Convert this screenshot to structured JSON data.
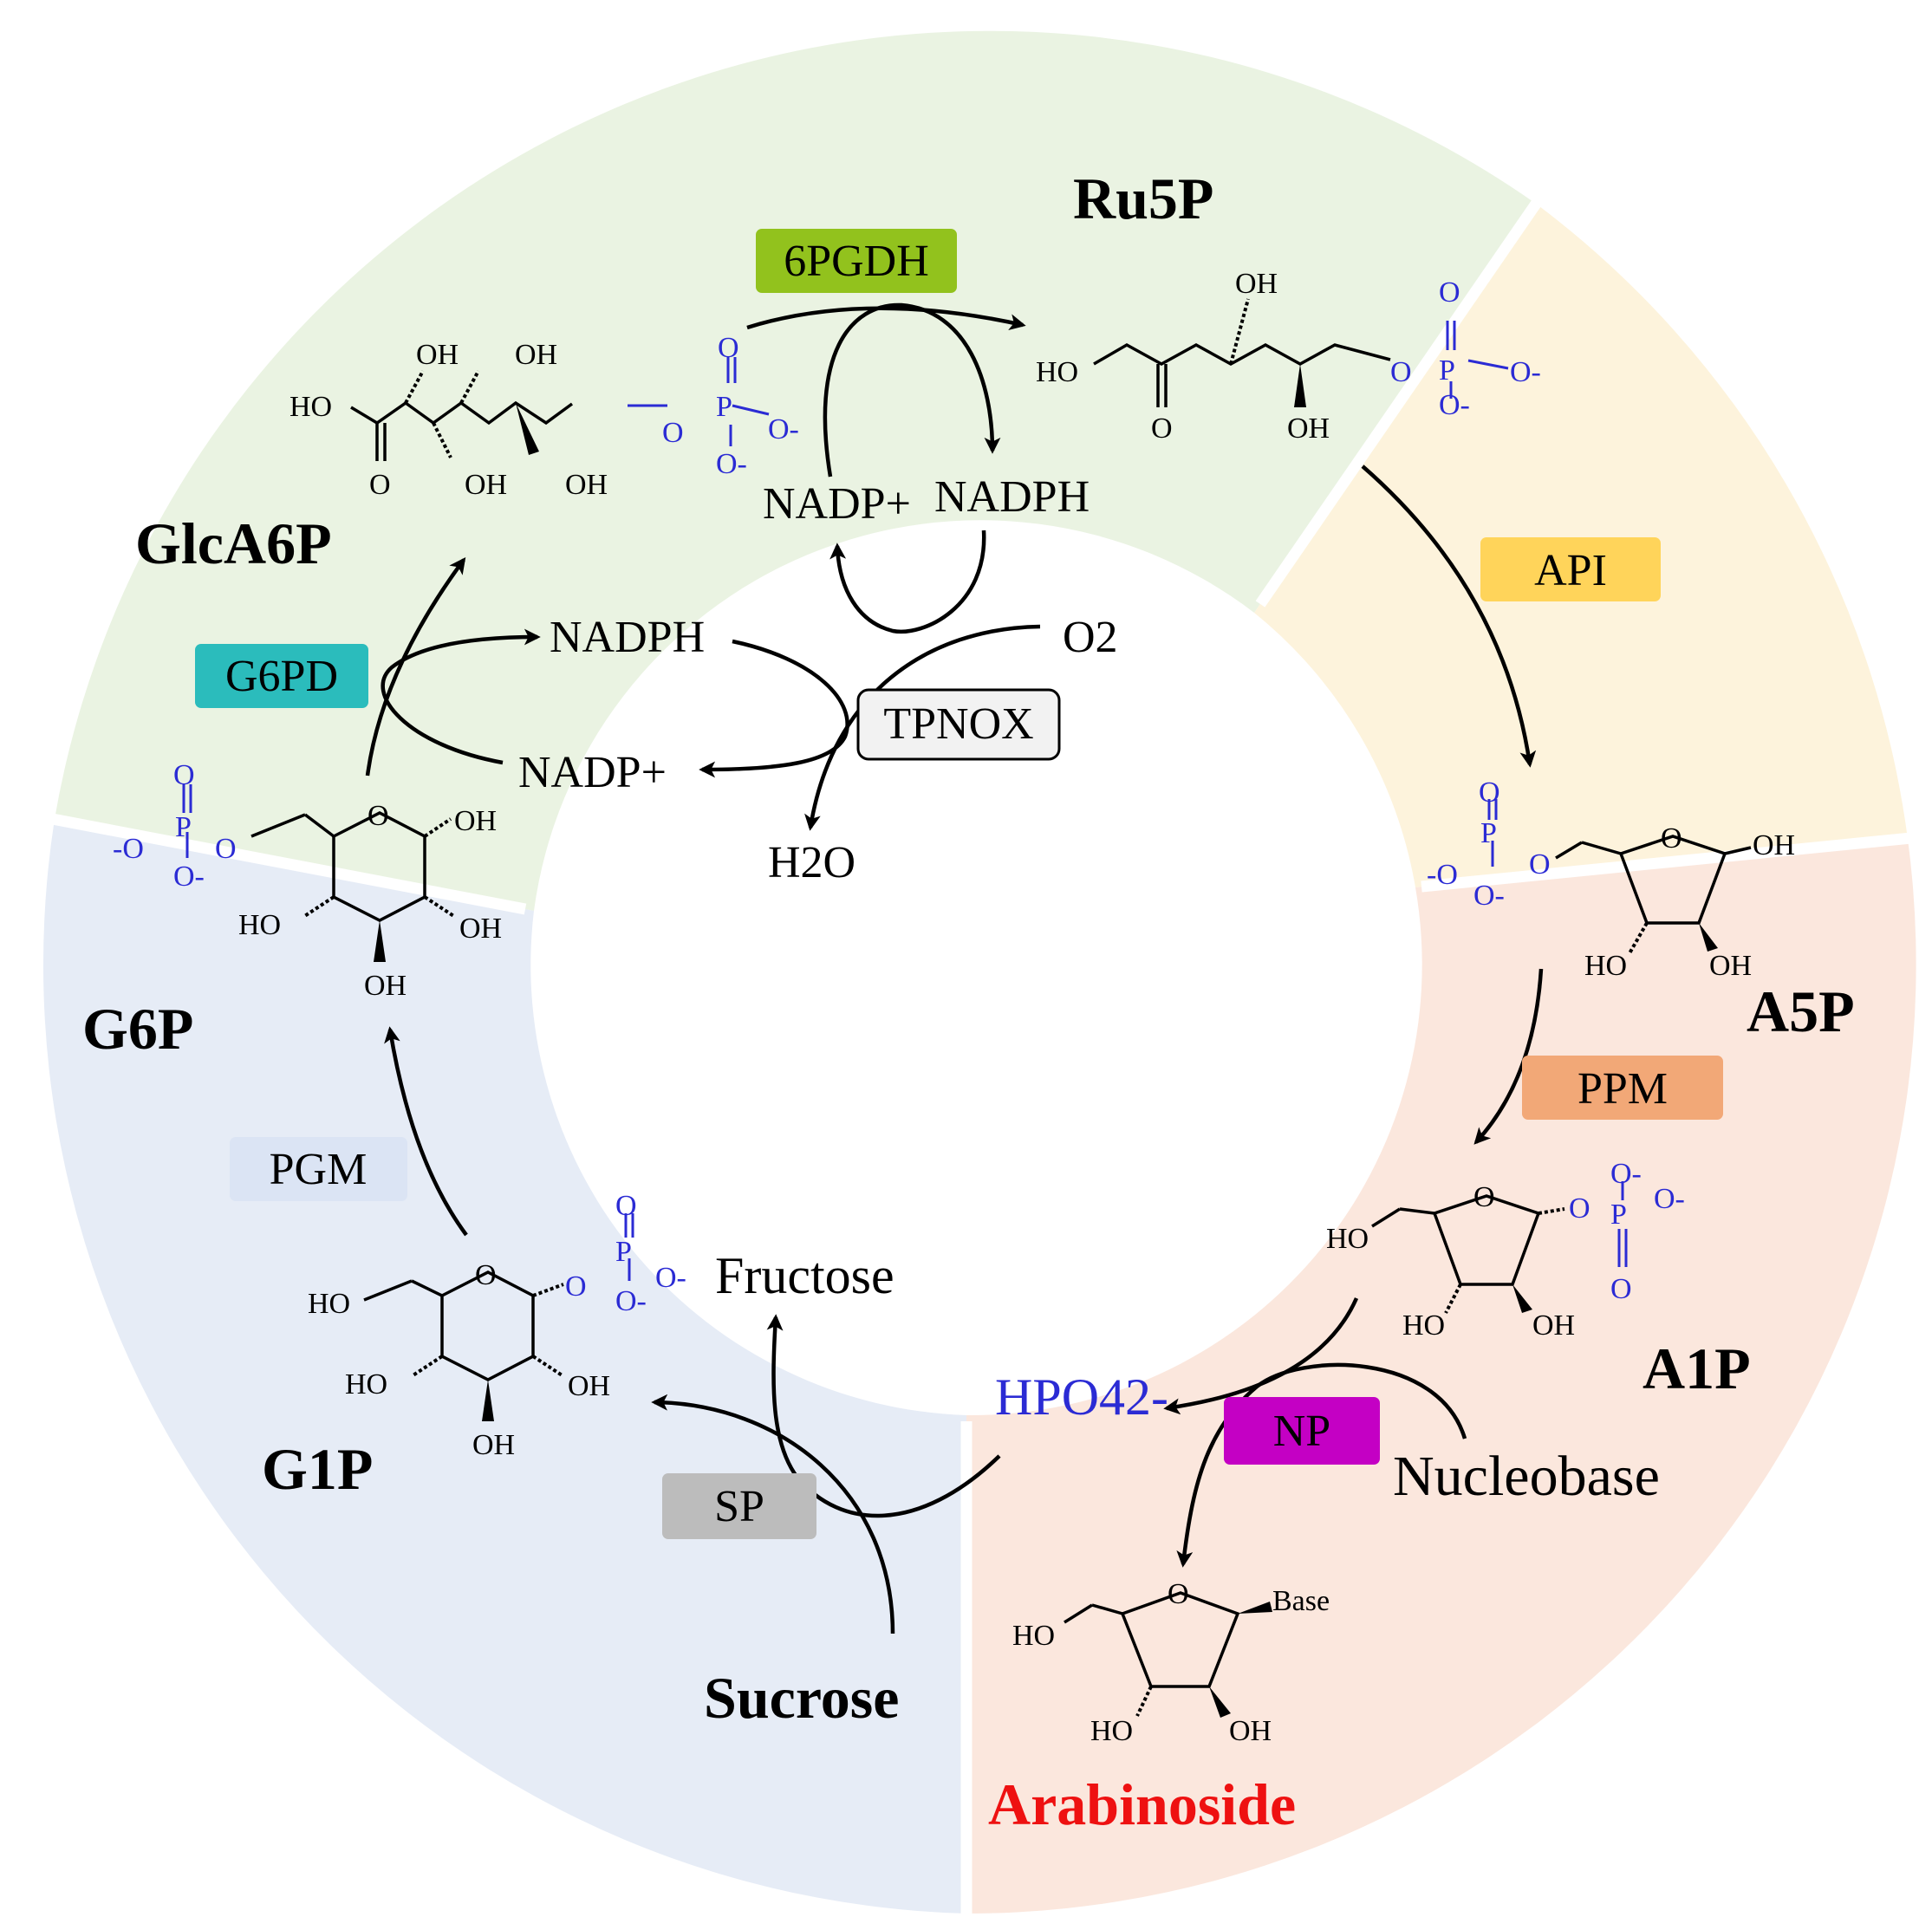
{
  "metabolites": {
    "ru5p": "Ru5P",
    "glca6p": "GlcA6P",
    "a5p": "A5P",
    "g6p": "G6P",
    "a1p": "A1P",
    "g1p": "G1P",
    "sucrose": "Sucrose",
    "arabinoside": "Arabinoside"
  },
  "enzymes": {
    "pgdh": {
      "label": "6PGDH",
      "color": "#92c21d"
    },
    "g6pd": {
      "label": "G6PD",
      "color": "#2bbcbc"
    },
    "api": {
      "label": "API",
      "color": "#ffd45a"
    },
    "ppm": {
      "label": "PPM",
      "color": "#f2a877"
    },
    "pgm": {
      "label": "PGM",
      "color": "#dbe4f4"
    },
    "np": {
      "label": "NP",
      "color": "#c400c4"
    },
    "sp": {
      "label": "SP",
      "color": "#bcbcbc"
    },
    "tpnox": {
      "label": "TPNOX",
      "color": "#f2f2f2"
    }
  },
  "cofactors": {
    "nadp_plus_top": "NADP+",
    "nadph_top": "NADPH",
    "nadph_mid": "NADPH",
    "nadp_plus_mid": "NADP+",
    "o2": "O2",
    "h2o": "H2O",
    "fructose": "Fructose",
    "nucleobase": "Nucleobase",
    "phosphate": "HPO42-"
  },
  "structure_labels": {
    "oh": "OH",
    "ho": "HO",
    "o": "O",
    "p": "P",
    "o_minus": "O-",
    "minus_o": "-O",
    "base": "Base"
  },
  "sector_colors": {
    "green": "#eaf3e2",
    "yellow": "#fdf3dc",
    "salmon": "#fbe7dd",
    "blue": "#e6ecf6"
  },
  "colors": {
    "phosphate_blue": "#2b2bd4",
    "arabinoside_red": "#ee1111"
  }
}
